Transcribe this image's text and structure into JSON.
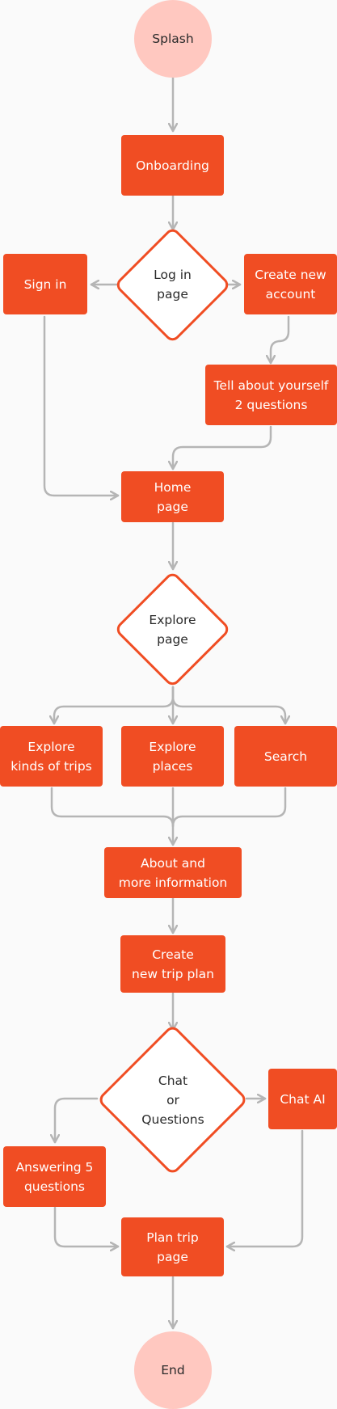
{
  "colors": {
    "accent": "#f04d23",
    "terminal": "#ffc8c0",
    "connector": "#b5b5b5"
  },
  "nodes": {
    "splash": "Splash",
    "onboarding": "Onboarding",
    "login": "Log in\npage",
    "signin": "Sign in",
    "create_account": "Create new\naccount",
    "tell_about": "Tell about yourself\n2 questions",
    "home": "Home\npage",
    "explore_page": "Explore\npage",
    "explore_trips": "Explore\nkinds of trips",
    "explore_places": "Explore\nplaces",
    "search": "Search",
    "about": "About and\nmore information",
    "create_plan": "Create\nnew trip plan",
    "chat_or_questions": "Chat\nor\nQuestions",
    "chat_ai": "Chat AI",
    "answering": "Answering 5\nquestions",
    "plan_page": "Plan trip\npage",
    "end": "End"
  }
}
